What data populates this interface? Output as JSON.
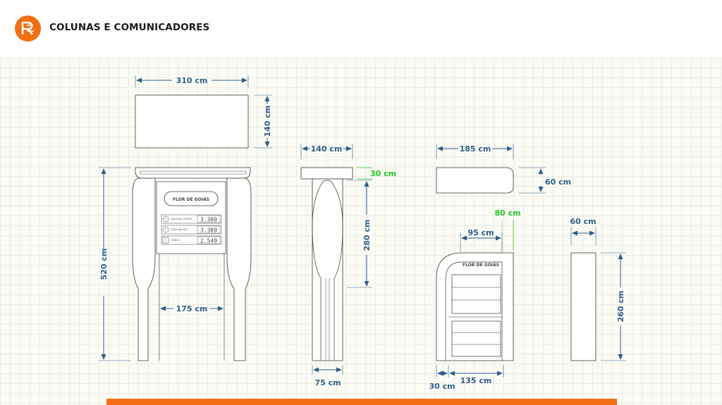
{
  "header": {
    "title": "COLUNAS E COMUNICADORES",
    "logo_color": "#f36f13"
  },
  "colors": {
    "accent": "#f36f13",
    "dimension": "#2e5f8c",
    "dimension_highlight": "#22cc22",
    "outline": "#3a3a3a"
  },
  "pylon": {
    "brand": "FLOR DE GOIÁS",
    "top_width": "310 cm",
    "top_depth": "140 cm",
    "total_height": "520 cm",
    "inner_width": "175 cm",
    "fuel_rows": [
      {
        "icon": "G",
        "name": "GASOLINA COMUM",
        "price": "3.389"
      },
      {
        "icon": "G",
        "name": "GASOLINA ADT",
        "price": "3.389"
      },
      {
        "icon": "E",
        "name": "ETANOL",
        "price": "2.549"
      }
    ]
  },
  "pylon_side": {
    "top_width": "140 cm",
    "top_height": "30 cm",
    "body_height": "280 cm",
    "base_width": "75 cm"
  },
  "communicator": {
    "brand": "FLOR DE GOIÁS",
    "top_width": "185 cm",
    "top_depth": "60 cm",
    "header_height": "80 cm",
    "header_width": "95 cm",
    "base_offset": "30 cm",
    "base_width": "135 cm"
  },
  "communicator_side": {
    "width": "60 cm",
    "height": "260 cm"
  }
}
